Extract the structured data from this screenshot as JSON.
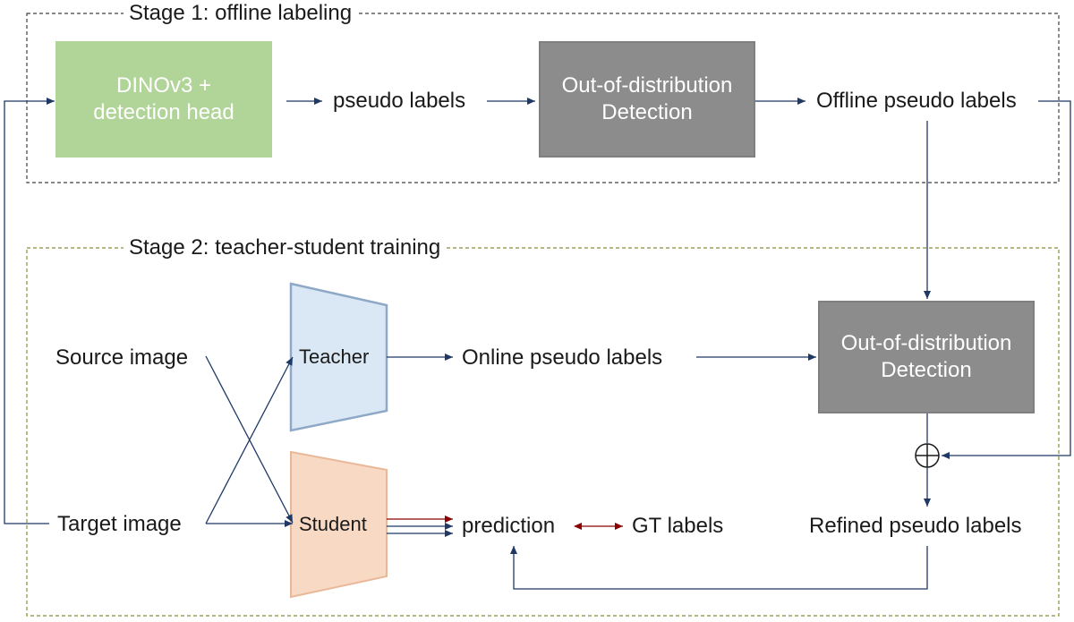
{
  "stage1": {
    "title": "Stage 1: offline labeling"
  },
  "stage2": {
    "title": "Stage 2: teacher-student training"
  },
  "boxes": {
    "dino_line1": "DINOv3 +",
    "dino_line2": "detection head",
    "ood1_line1": "Out-of-distribution",
    "ood1_line2": "Detection",
    "ood2_line1": "Out-of-distribution",
    "ood2_line2": "Detection"
  },
  "labels": {
    "pseudo_labels": "pseudo labels",
    "offline_pseudo_labels": "Offline pseudo labels",
    "source_image": "Source image",
    "target_image": "Target image",
    "teacher": "Teacher",
    "student": "Student",
    "online_pseudo_labels": "Online pseudo labels",
    "prediction": "prediction",
    "gt_labels": "GT labels",
    "refined_pseudo_labels": "Refined pseudo labels"
  },
  "colors": {
    "green": "#a9d18e",
    "gray": "#8c8c8c",
    "teacher_fill": "#dae8f5",
    "teacher_stroke": "#8ea9c8",
    "student_fill": "#f8d9c4",
    "student_stroke": "#e8b898",
    "arrow_blue": "#1f3864",
    "arrow_red": "#8b0000",
    "stage1_border": "#404040",
    "stage2_border": "#8c8c3a"
  }
}
